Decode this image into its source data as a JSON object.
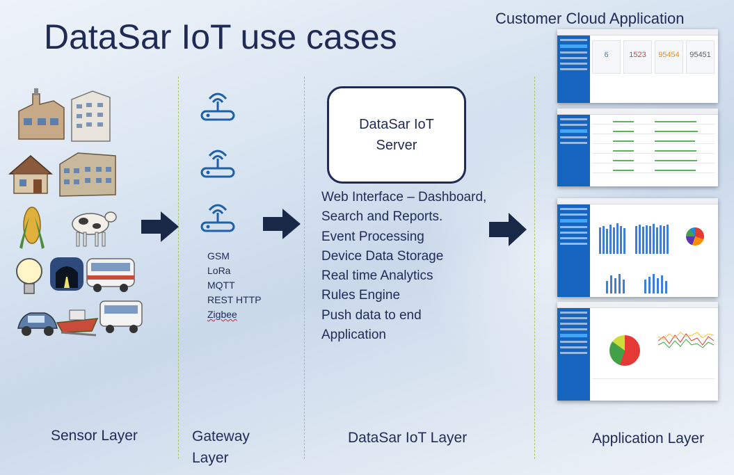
{
  "title": "DataSar IoT use cases",
  "cloud_app_title": "Customer Cloud Application",
  "layers": {
    "sensor": "Sensor Layer",
    "gateway_line1": "Gateway",
    "gateway_line2": "Layer",
    "datasar": "DataSar IoT Layer",
    "application": "Application Layer"
  },
  "gateway_protocols": [
    "GSM",
    "LoRa",
    "MQTT",
    "REST HTTP",
    "Zigbee"
  ],
  "server": {
    "line1": "DataSar IoT",
    "line2": "Server"
  },
  "features": [
    "Web Interface – Dashboard,",
    "Search and Reports.",
    "Event Processing",
    "Device Data Storage",
    "Real time Analytics",
    "Rules Engine",
    "Push data to end",
    "Application"
  ],
  "dashboard_kpis": [
    {
      "value": "6",
      "color": "#2196f3"
    },
    {
      "value": "1523",
      "color": "#e53935"
    },
    {
      "value": "95454",
      "color": "#fb8c00"
    },
    {
      "value": "95451",
      "color": "#616161"
    }
  ],
  "sensor_icons": [
    "factory-icon",
    "office-building-icon",
    "house-icon",
    "apartment-building-icon",
    "corn-icon",
    "cow-icon",
    "light-bulb-icon",
    "tunnel-icon",
    "bus-icon",
    "car-icon",
    "boat-icon",
    "school-bus-icon"
  ],
  "colors": {
    "title": "#1f2a55",
    "arrow": "#1a2848",
    "divider": "#a9c46a",
    "dashboard_sidebar": "#1565c0"
  }
}
